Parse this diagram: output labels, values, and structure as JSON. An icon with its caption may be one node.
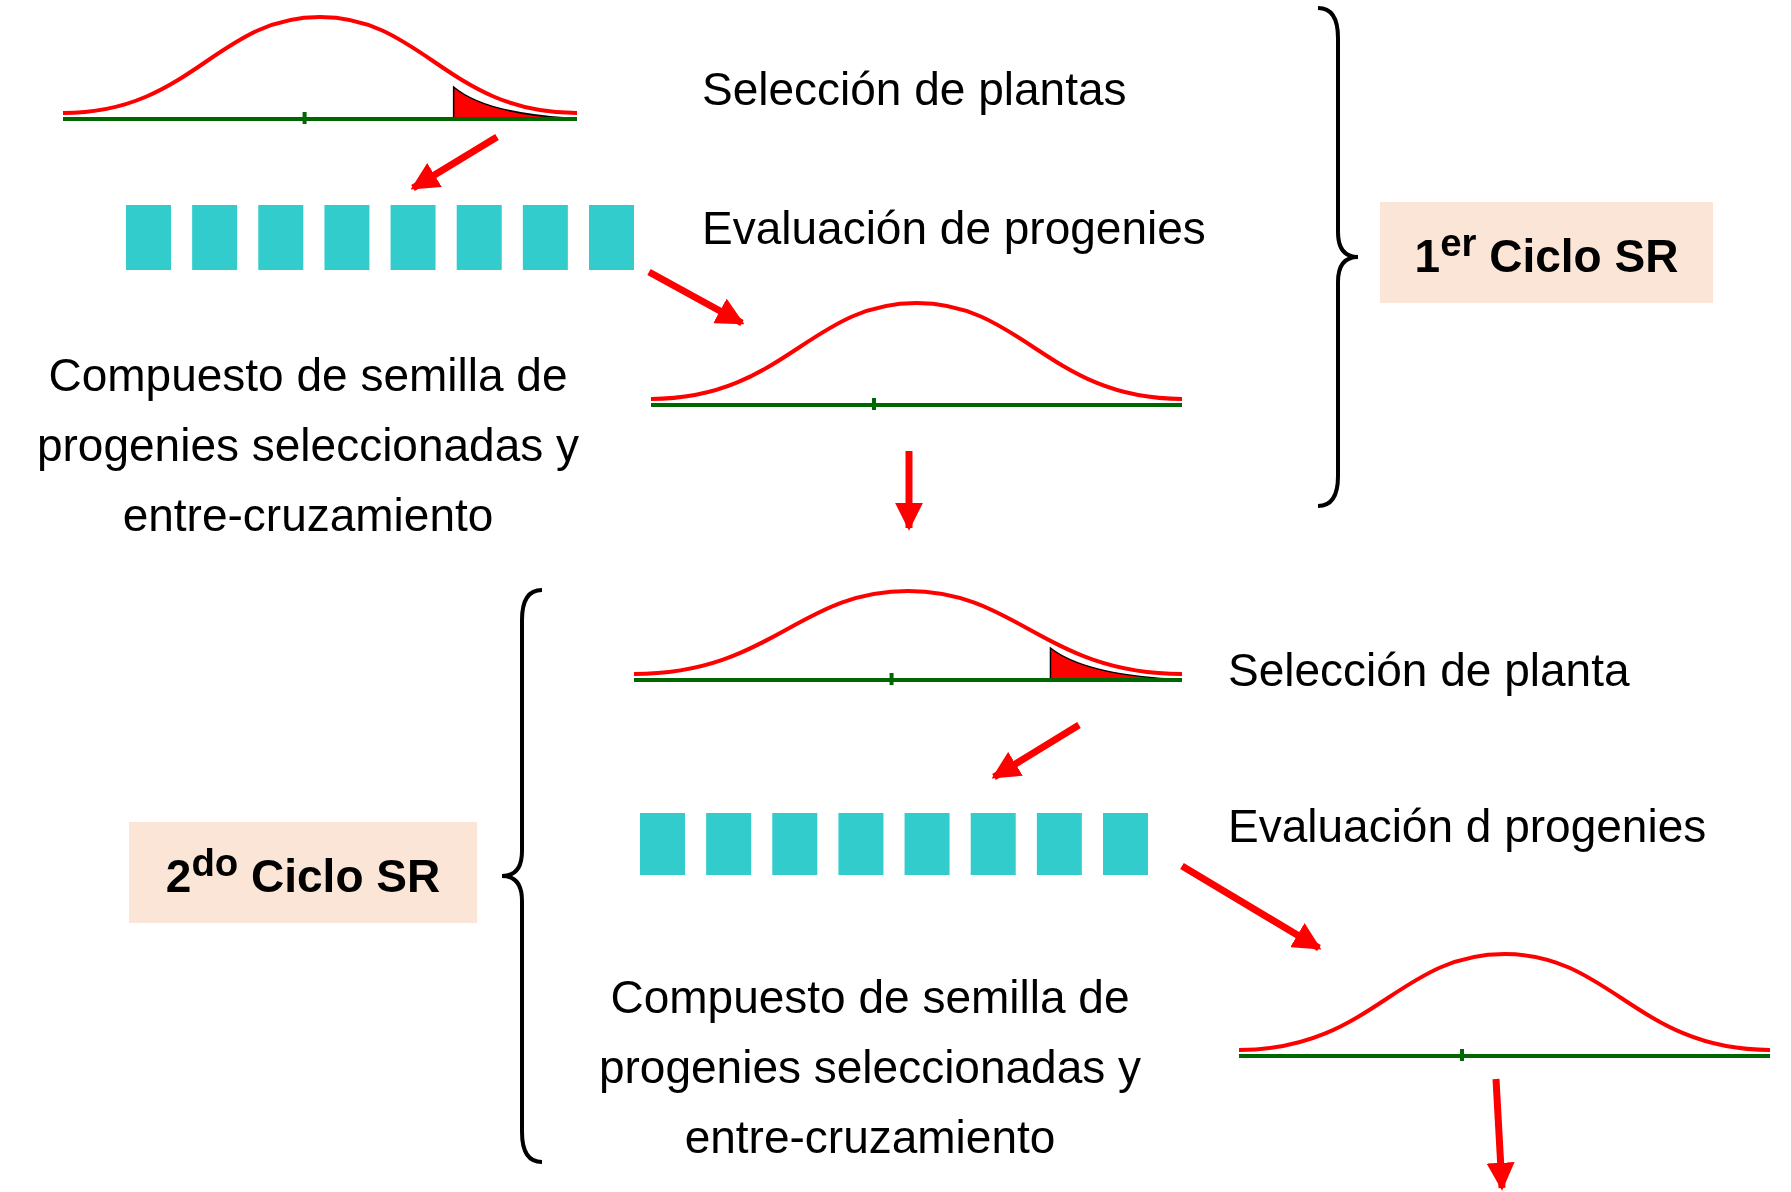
{
  "diagram": {
    "nodes": [
      {
        "text": [],
        "shape": "curve"
      },
      {
        "text": [],
        "shape": "box"
      },
      {
        "text": [],
        "shape": "curve"
      },
      {
        "text": [],
        "shape": "curve"
      },
      {
        "text": [],
        "shape": "box"
      },
      {
        "text": [],
        "shape": "curve"
      },
      {
        "text": [
          "1$^{er}$ Ciclo SR"
        ]
      },
      {
        "text": [
          "2$^{do}$ Ciclo SR"
        ]
      }
    ],
    "edges": [
      {
        "from": 0,
        "to": 1,
        "arrow": "to"
      },
      {
        "from": 1,
        "to": 2,
        "arrow": "to"
      },
      {
        "from": 2,
        "to": 3,
        "arrow": "to"
      },
      {
        "from": 3,
        "to": 4,
        "arrow": "to"
      },
      {
        "from": 4,
        "to": 5,
        "arrow": "to"
      },
      {
        "from": 5,
        "to": null,
        "arrow": "to"
      }
    ],
    "labels": [
      "Selección de plantas",
      "Evaluación de progenies",
      "Compuesto de semilla de progenies seleccionadas y entre-cruzamiento",
      "Selección de planta",
      "Evaluación d progenies",
      "Compuesto de semilla de progenies seleccionadas y entre-cruzamiento"
    ]
  }
}
